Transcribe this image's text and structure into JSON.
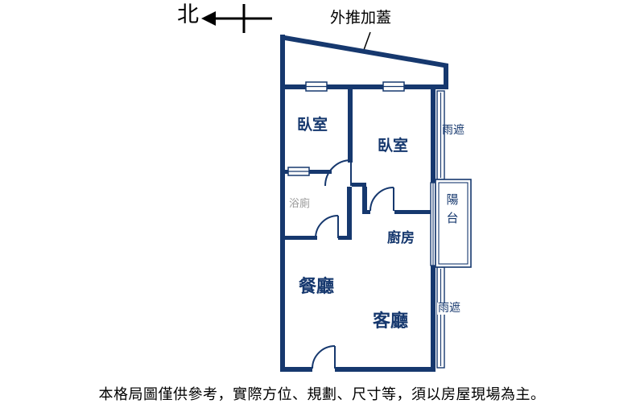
{
  "compass": {
    "north_label": "北"
  },
  "extension": {
    "label": "外推加蓋"
  },
  "rooms": {
    "bedroom_top": {
      "label": "臥室"
    },
    "bedroom_right": {
      "label": "臥室"
    },
    "bathroom": {
      "label": "浴廁"
    },
    "kitchen": {
      "label": "廚房"
    },
    "dining": {
      "label": "餐廳"
    },
    "living": {
      "label": "客廳"
    },
    "balcony": {
      "label": "陽台"
    },
    "rain_shelter_upper": {
      "label": "雨遮"
    },
    "rain_shelter_lower": {
      "label": "雨遮"
    }
  },
  "footer": {
    "disclaimer": "本格局圖僅供參考，實際方位、規劃、尺寸等，須以房屋現場為主。"
  },
  "colors": {
    "wall": "#16386e",
    "ink": "#000000",
    "muted": "#9a9a9a"
  }
}
